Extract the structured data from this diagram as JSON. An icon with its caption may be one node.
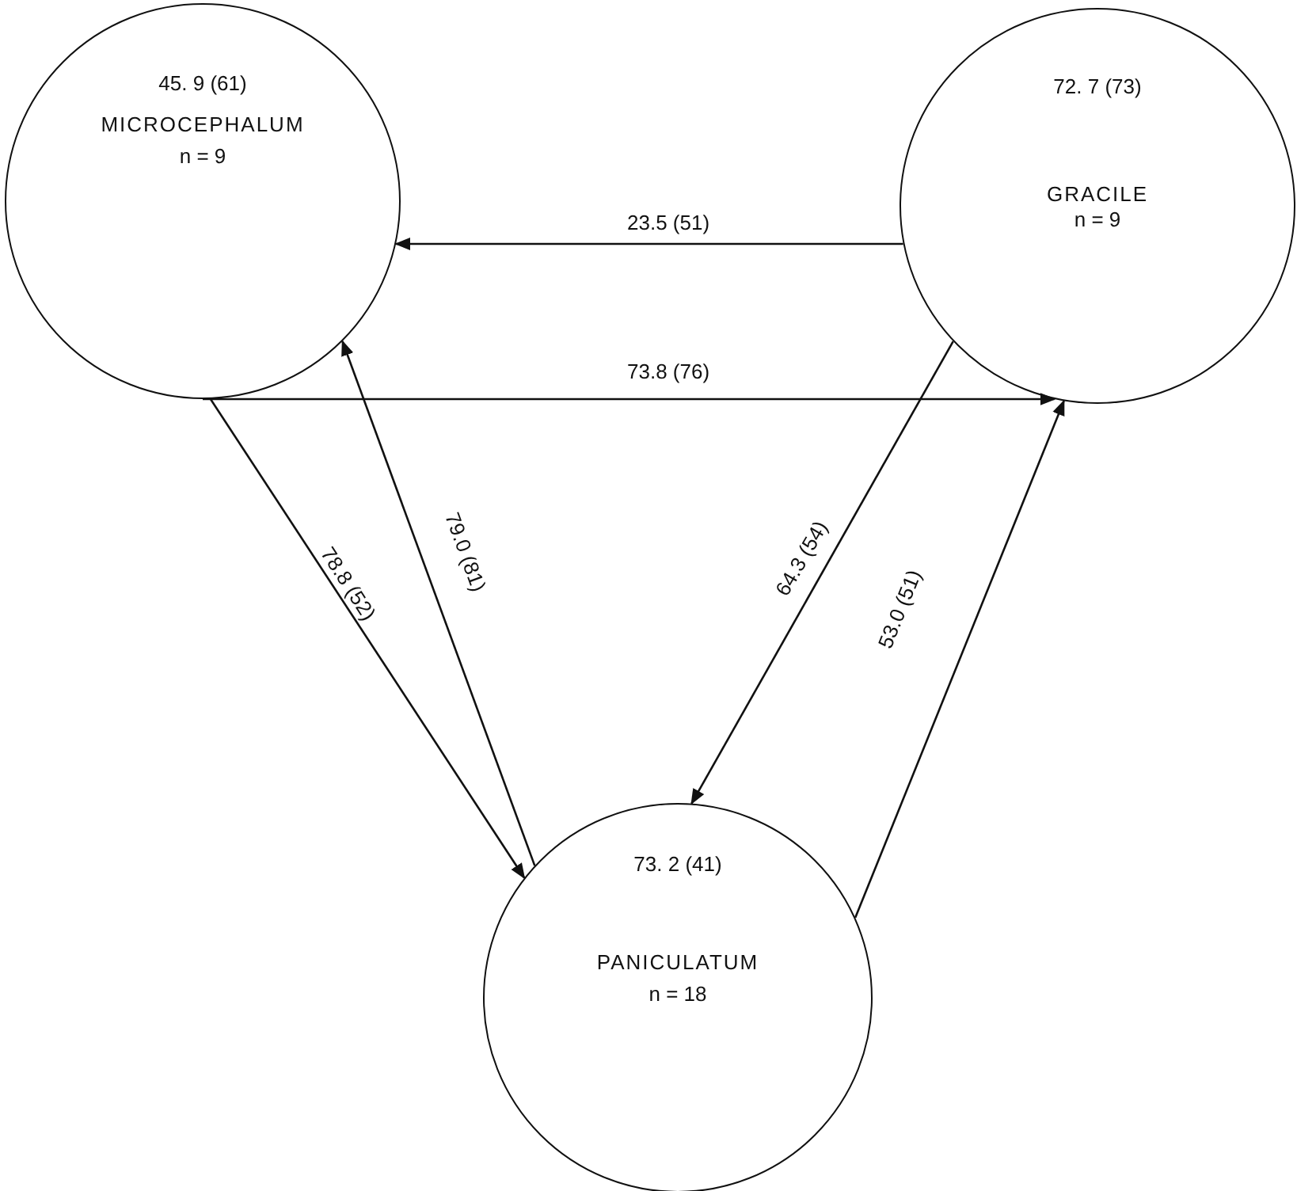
{
  "diagram": {
    "nodes": [
      {
        "text": [
          "45. 9 (61)",
          "MICROCEPHALUM",
          "n = 9"
        ]
      },
      {
        "text": [
          "72. 7 (73)",
          "GRACILE",
          "n = 9"
        ]
      },
      {
        "text": [
          "73. 2 (41)",
          "PANICULATUM",
          "n = 18"
        ]
      }
    ],
    "edges": [
      {
        "from": 1,
        "to": 0,
        "arrow": "to",
        "label": "23.5 (51)"
      },
      {
        "from": 0,
        "to": 1,
        "arrow": "to",
        "label": "73.8 (76)"
      },
      {
        "from": 0,
        "to": 2,
        "arrow": "to",
        "label": "78.8 (52)"
      },
      {
        "from": 2,
        "to": 0,
        "arrow": "to",
        "label": "79.0 (81)"
      },
      {
        "from": 1,
        "to": 2,
        "arrow": "to",
        "label": "64.3 (54)"
      },
      {
        "from": 2,
        "to": 1,
        "arrow": "to",
        "label": "53.0 (51)"
      }
    ]
  }
}
